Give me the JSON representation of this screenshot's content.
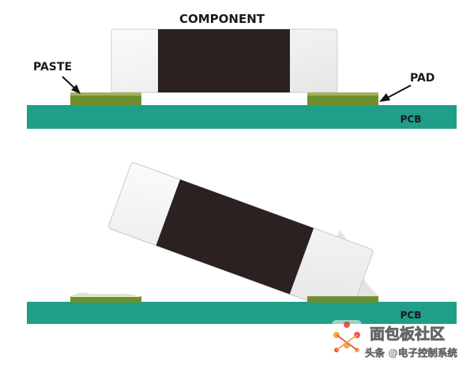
{
  "top_diagram": {
    "component_label": "COMPONENT",
    "paste_label": "PASTE",
    "pad_label": "PAD",
    "pcb_label": "PCB"
  },
  "bottom_diagram": {
    "pcb_label": "PCB"
  },
  "watermark": {
    "line1": "面包板社区",
    "line2": "头条 @电子控制系统"
  },
  "colors": {
    "pcb": "#1f9e88",
    "pad": "#6e8f2d",
    "component_body": "#2b2121",
    "terminal": "#f3f3f3",
    "terminal_edge": "#c4c4c4"
  }
}
